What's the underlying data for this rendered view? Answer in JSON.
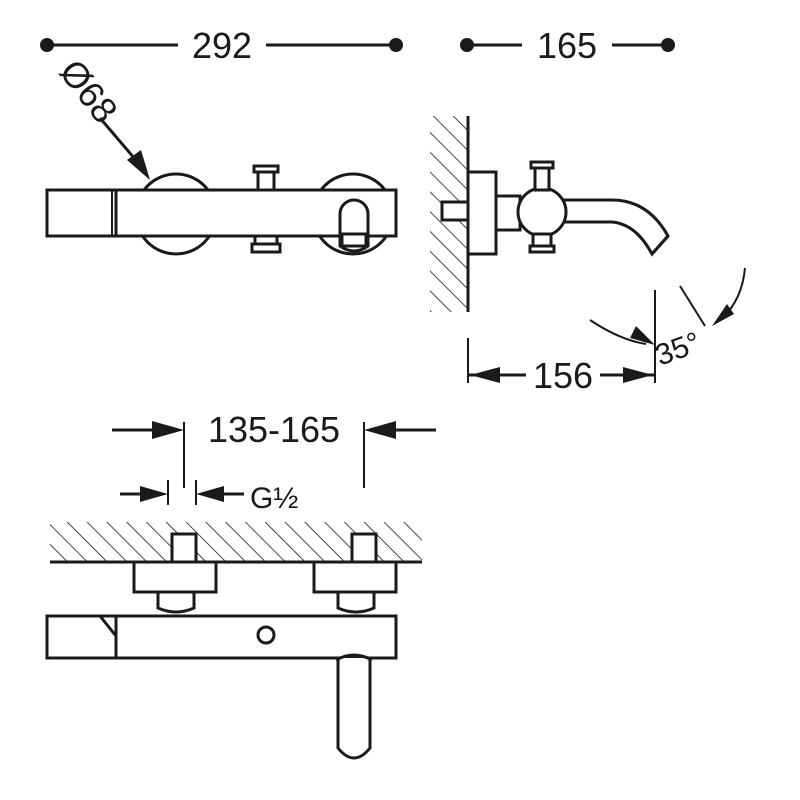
{
  "dimensions": {
    "overall_length": "292",
    "projection": "165",
    "diameter": "Ø68",
    "spout_reach": "156",
    "spout_angle": "35°",
    "center_distance": "135-165",
    "thread": "G½"
  },
  "colors": {
    "line": "#1a1a1a",
    "background": "#ffffff"
  }
}
